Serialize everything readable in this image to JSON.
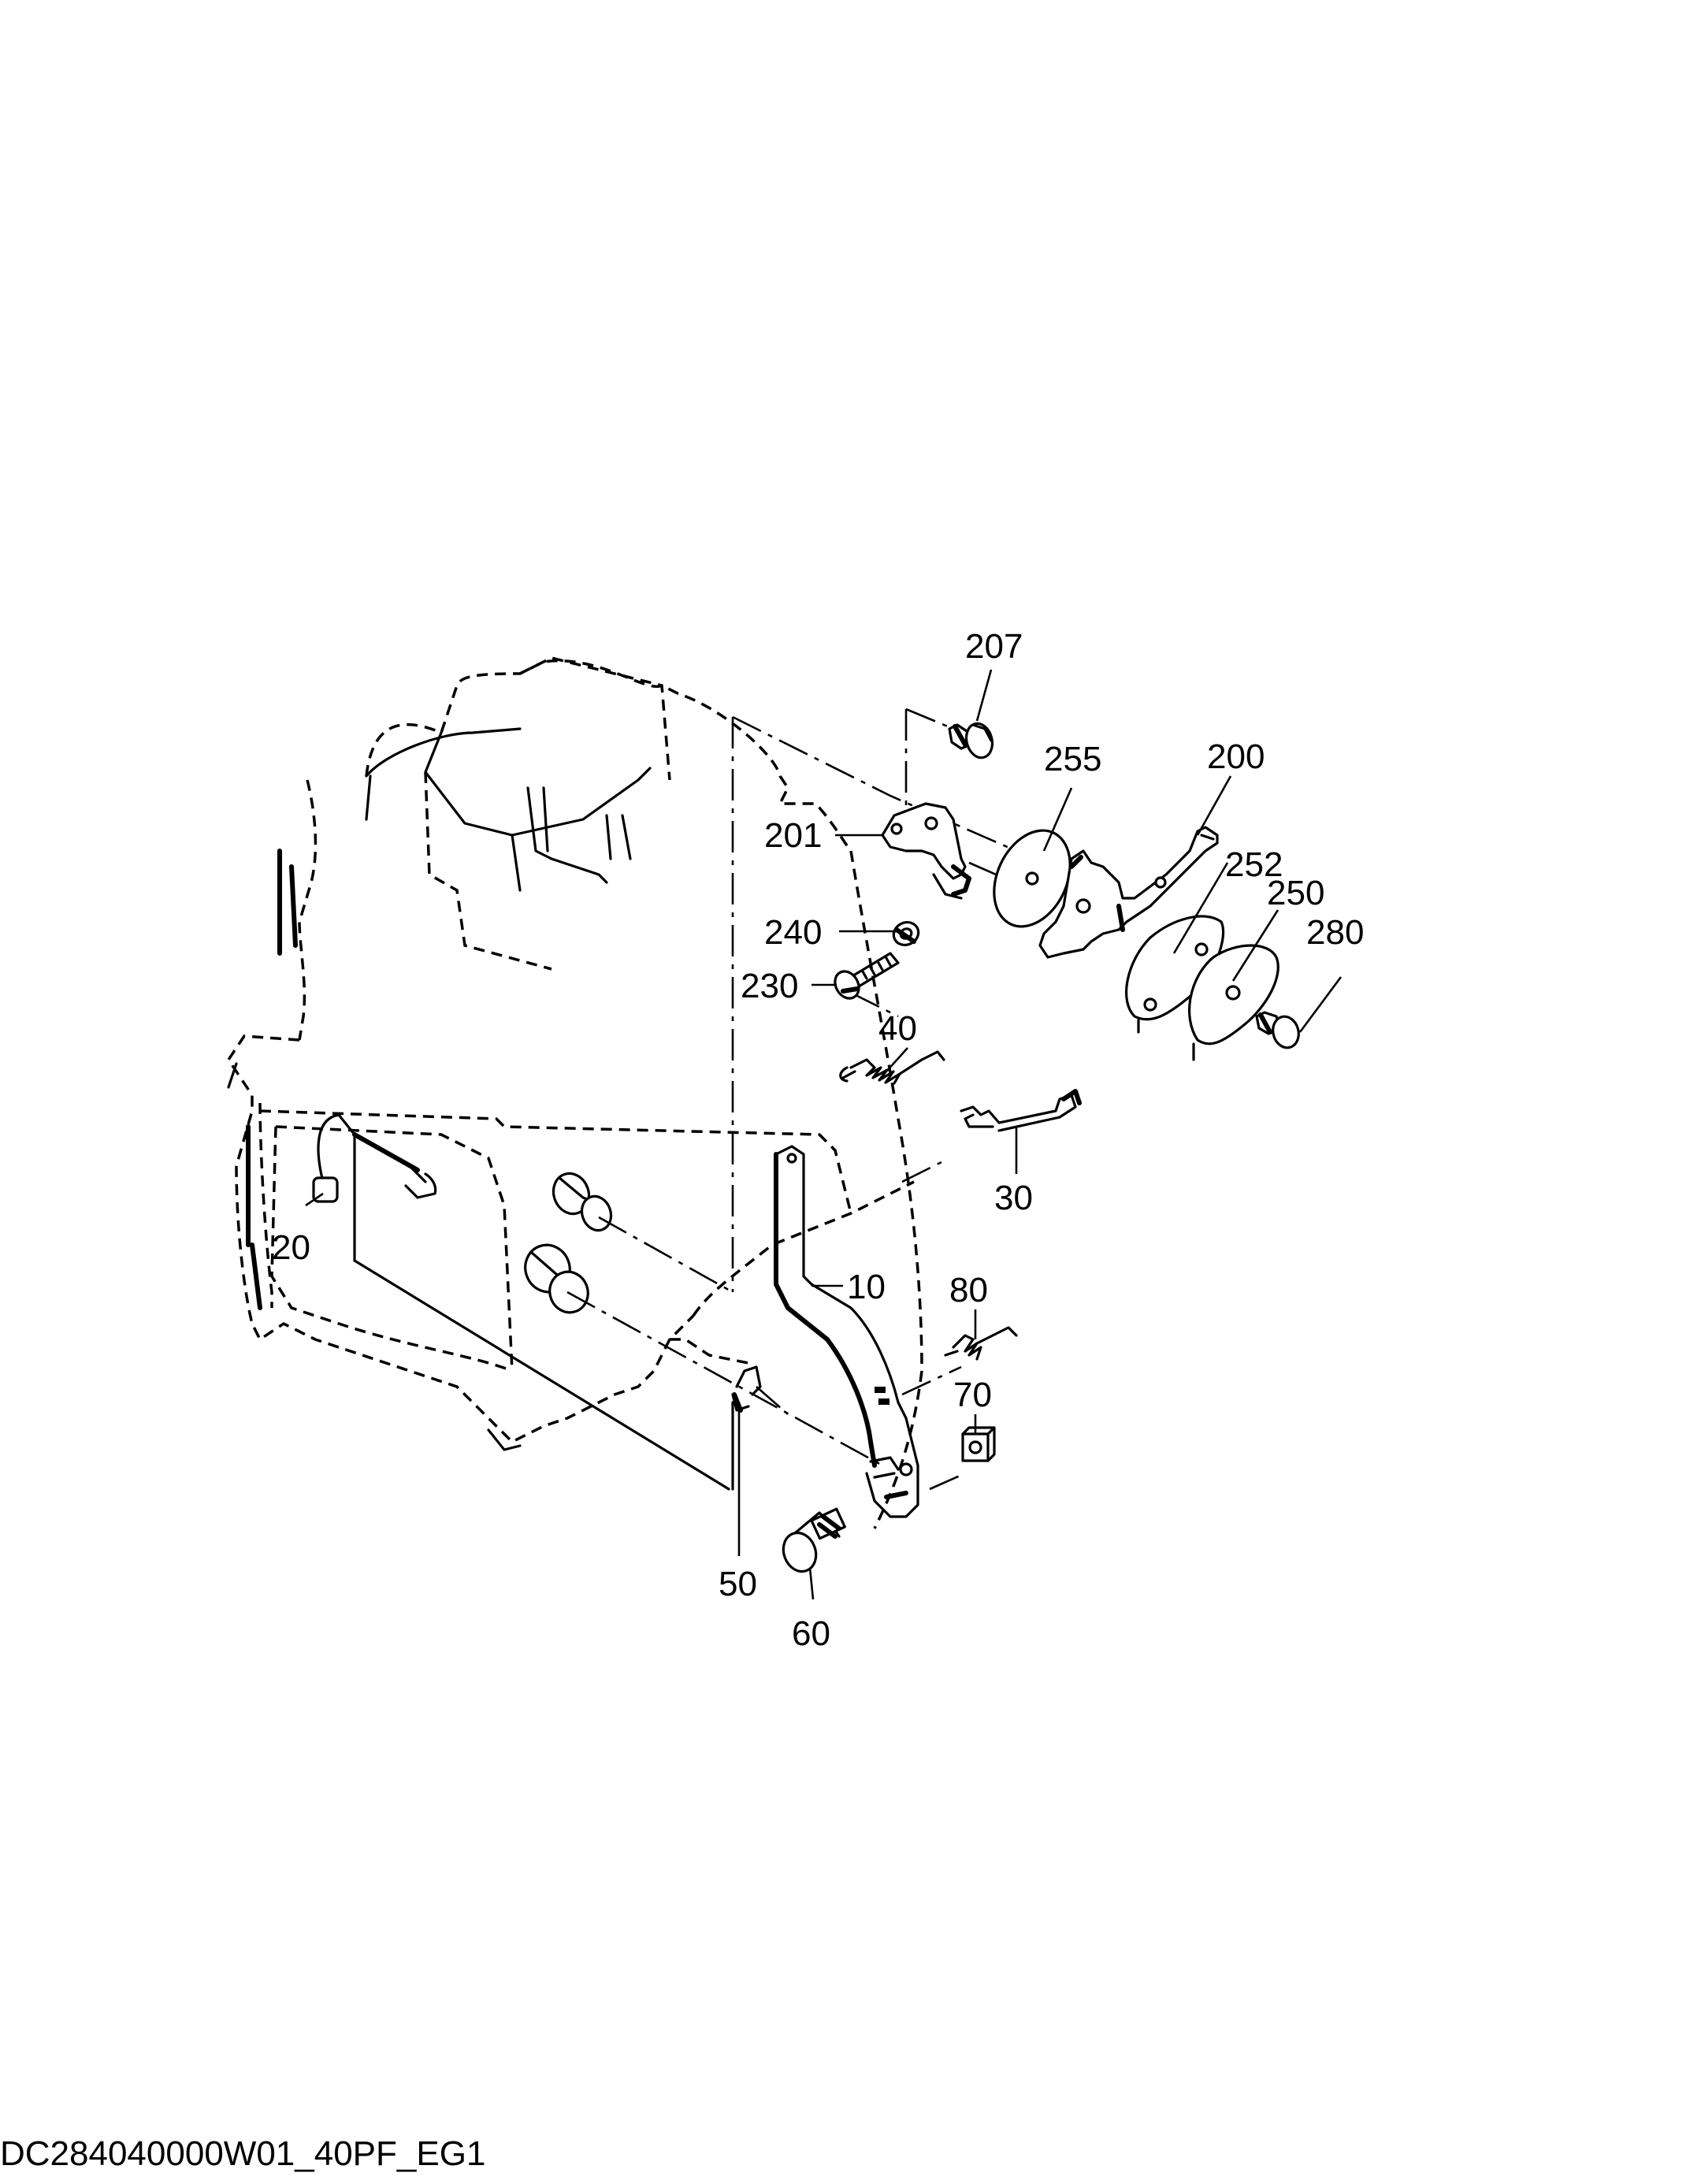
{
  "document_code": "DC284040000W01_40PF_EG1",
  "callouts": [
    {
      "id": "207",
      "label": "207"
    },
    {
      "id": "255",
      "label": "255"
    },
    {
      "id": "200",
      "label": "200"
    },
    {
      "id": "201",
      "label": "201"
    },
    {
      "id": "252",
      "label": "252"
    },
    {
      "id": "250",
      "label": "250"
    },
    {
      "id": "280",
      "label": "280"
    },
    {
      "id": "240",
      "label": "240"
    },
    {
      "id": "230",
      "label": "230"
    },
    {
      "id": "40",
      "label": "40"
    },
    {
      "id": "30",
      "label": "30"
    },
    {
      "id": "20",
      "label": "20"
    },
    {
      "id": "10",
      "label": "10"
    },
    {
      "id": "80",
      "label": "80"
    },
    {
      "id": "70",
      "label": "70"
    },
    {
      "id": "50",
      "label": "50"
    },
    {
      "id": "60",
      "label": "60"
    }
  ]
}
